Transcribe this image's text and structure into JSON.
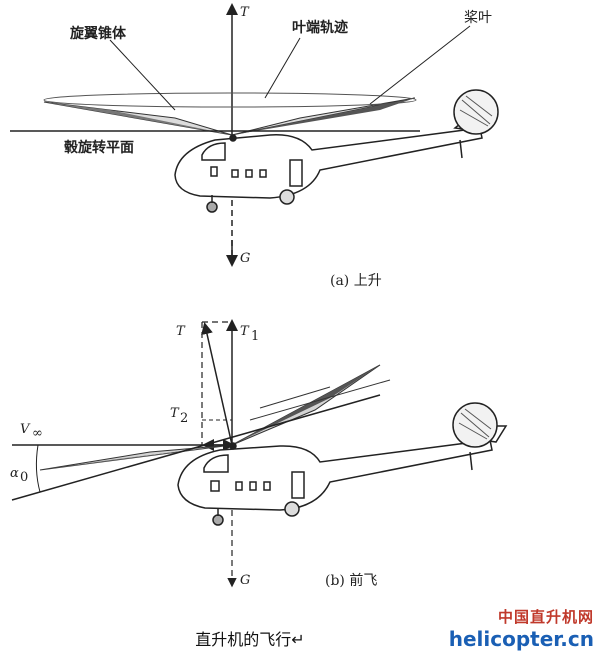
{
  "diagram": {
    "top": {
      "labels": {
        "cone": "旋翼锥体",
        "tip_path": "叶端轨迹",
        "blade": "桨叶",
        "hub_plane": "毂旋转平面",
        "thrust": "T",
        "gravity": "G",
        "caption": "(a) 上升"
      }
    },
    "bottom": {
      "labels": {
        "thrust": "T",
        "t1": "T",
        "t1_sub": "1",
        "t2": "T",
        "t2_sub": "2",
        "velocity": "V",
        "velocity_sub": "∞",
        "angle": "α",
        "angle_sub": "0",
        "gravity": "G",
        "caption": "(b) 前飞"
      }
    }
  },
  "caption": "直升机的飞行↵",
  "watermark": {
    "cn": "中国直升机网",
    "en": "helicopter.cn"
  }
}
